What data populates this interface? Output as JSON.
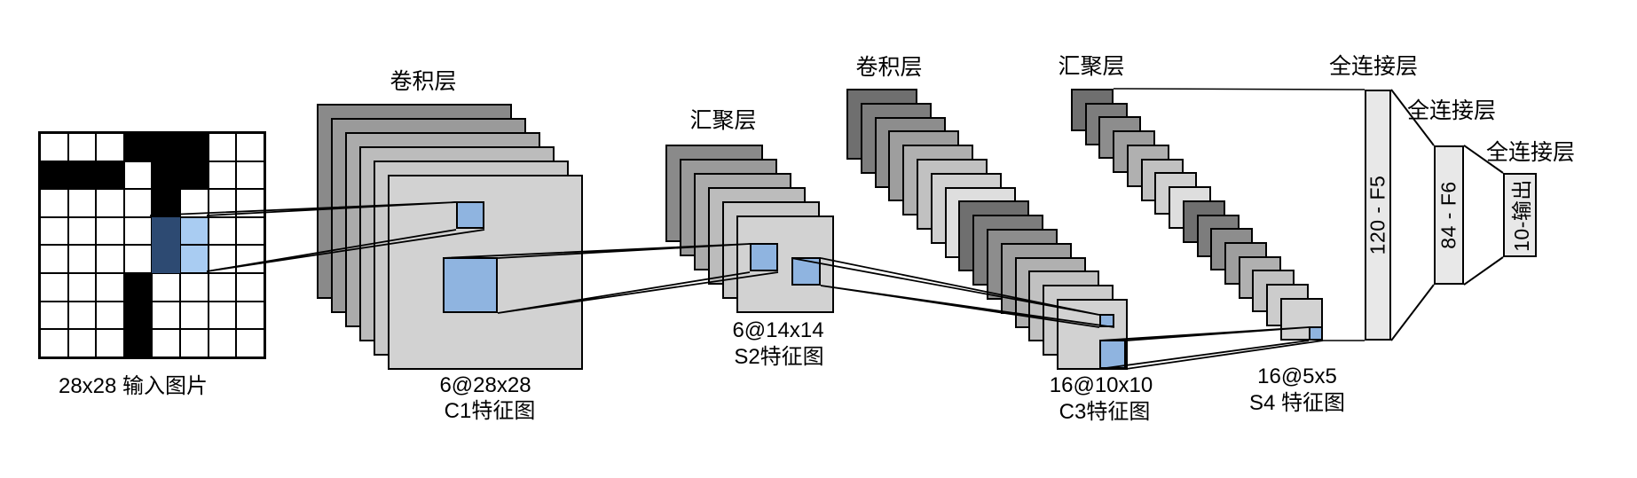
{
  "colors": {
    "background": "#ffffff",
    "line": "#000000",
    "receptive_field": "#8fb4e0",
    "input_highlight_dark": "#2d4a72",
    "input_highlight_light": "#a9ccf2",
    "bar_fill": "#e8e8e8",
    "gray_ramp_6": [
      "#8a8a8a",
      "#9a9a9a",
      "#ababab",
      "#bcbcbc",
      "#c9c9c9",
      "#d2d2d2"
    ],
    "gray_ramp_16": [
      "#6f6f6f",
      "#7d7d7d",
      "#8d8d8d",
      "#9e9e9e",
      "#b0b0b0",
      "#c1c1c1",
      "#d0d0d0",
      "#dedede",
      "#6f6f6f",
      "#7d7d7d",
      "#8d8d8d",
      "#9e9e9e",
      "#b0b0b0",
      "#c1c1c1",
      "#cccccc",
      "#d2d2d2"
    ]
  },
  "input": {
    "label": "28x28 输入图片",
    "grid_rows": 8,
    "grid_cols": 8,
    "black_cells": [
      [
        0,
        3
      ],
      [
        0,
        4
      ],
      [
        0,
        5
      ],
      [
        1,
        0
      ],
      [
        1,
        1
      ],
      [
        1,
        2
      ],
      [
        1,
        4
      ],
      [
        1,
        5
      ],
      [
        2,
        4
      ],
      [
        5,
        3
      ],
      [
        6,
        3
      ],
      [
        7,
        3
      ]
    ],
    "highlight_dark_cells": [
      [
        3,
        4
      ],
      [
        4,
        4
      ]
    ],
    "highlight_light_cells": [
      [
        3,
        5
      ],
      [
        4,
        5
      ]
    ]
  },
  "stacks": [
    {
      "name": "C1",
      "title": "卷积层",
      "count": 6,
      "size_label": "6@28x28",
      "map_label": "C1特征图"
    },
    {
      "name": "S2",
      "title": "汇聚层",
      "count": 6,
      "size_label": "6@14x14",
      "map_label": "S2特征图"
    },
    {
      "name": "C3",
      "title": "卷积层",
      "count": 16,
      "size_label": "16@10x10",
      "map_label": "C3特征图"
    },
    {
      "name": "S4",
      "title": "汇聚层",
      "count": 16,
      "size_label": "16@5x5",
      "map_label": "S4 特征图"
    }
  ],
  "fully_connected": [
    {
      "title": "全连接层",
      "bar_label": "120 - F5"
    },
    {
      "title": "全连接层",
      "bar_label": "84 - F6"
    },
    {
      "title": "全连接层",
      "bar_label": "10-输出"
    }
  ]
}
